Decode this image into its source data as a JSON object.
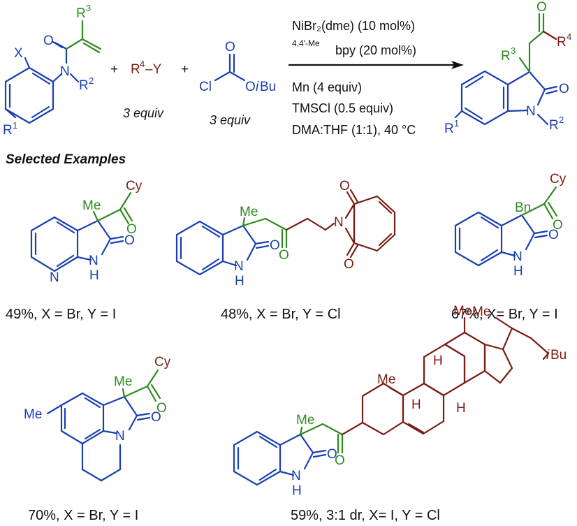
{
  "reaction": {
    "reagent_r4y": "R",
    "reagent_r4y_sup": "4",
    "reagent_r4y_tail": "–Y",
    "plus": "+",
    "equiv1": "3 equiv",
    "equiv2": "3 equiv",
    "chloroformate_cl": "Cl",
    "chloroformate_o": "O",
    "chloroformate_oibu_o": "O",
    "chloroformate_oibu_i": "i",
    "chloroformate_oibu_bu": "Bu",
    "conditions": {
      "catalyst": "NiBr₂(dme) (10 mol%)",
      "ligand_sup": "4,4'-Me",
      "ligand": "bpy (20 mol%)",
      "reductant": "Mn (4 equiv)",
      "additive": "TMSCl (0.5 equiv)",
      "solvent": "DMA:THF (1:1), 40 °C"
    },
    "substrate_labels": {
      "x": "X",
      "o": "O",
      "n": "N",
      "r1": "R",
      "r2": "R",
      "r3": "R",
      "r1_sup": "1",
      "r2_sup": "2",
      "r3_sup": "3"
    },
    "product_labels": {
      "o_ketone": "O",
      "o_lactam": "O",
      "n": "N",
      "r1": "R",
      "r2": "R",
      "r3": "R",
      "r4": "R",
      "r1_sup": "1",
      "r2_sup": "2",
      "r3_sup": "3",
      "r4_sup": "4"
    }
  },
  "section_title": "Selected Examples",
  "examples": [
    {
      "yield": "49%, X = Br, Y = I",
      "substituent": "Me",
      "ketone_group": "Cy"
    },
    {
      "yield": "48%, X = Br, Y = Cl",
      "substituent": "Me",
      "ketone_group": ""
    },
    {
      "yield": "67%, X= Br, Y = I",
      "substituent": "Bn",
      "ketone_group": "Cy"
    },
    {
      "yield": "70%, X = Br, Y = I",
      "substituent": "Me",
      "ketone_group": "Cy",
      "aryl_substituent": "Me"
    },
    {
      "yield": "59%, 3:1 dr, X= I, Y = Cl",
      "substituent": "Me",
      "steroid_me1": "Me",
      "steroid_me2": "Me",
      "steroid_me3": "Me",
      "steroid_h": "H",
      "steroid_ibu_i": "i",
      "steroid_ibu_bu": "Bu"
    }
  ],
  "atom_labels": {
    "o": "O",
    "n": "N",
    "nh_n": "N",
    "nh_h": "H",
    "pyridine_n": "N",
    "cy": "Cy"
  },
  "colors": {
    "core": "#1a3fb0",
    "added_group": "#2e8a1e",
    "r4_group": "#7a1c14",
    "text": "#111111"
  }
}
